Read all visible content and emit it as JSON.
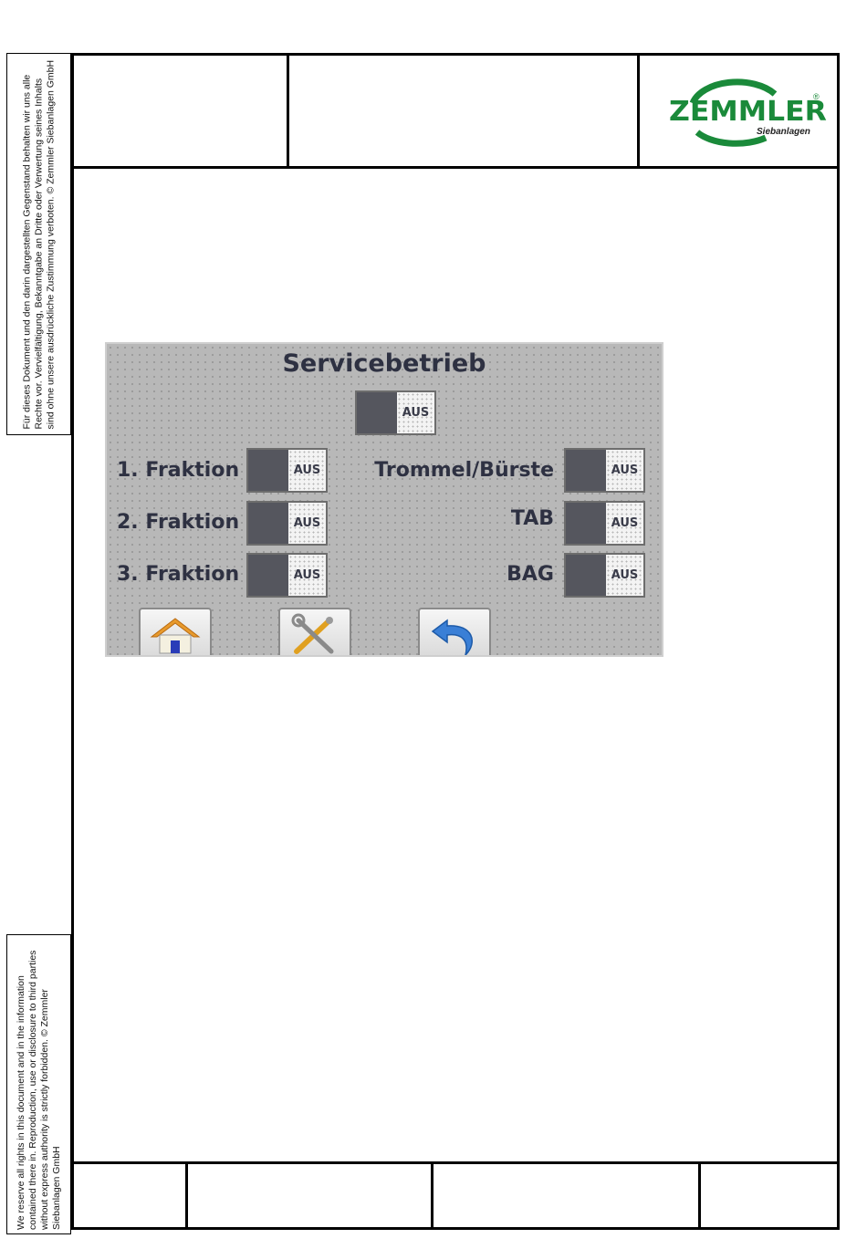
{
  "legal": {
    "german": "Für dieses Dokument und den darin dargestellten Gegenstand behalten wir uns alle Rechte vor. Vervielfältigung, Bekanntgabe an Dritte oder Verwertung seines Inhalts sind ohne unsere ausdrückliche Zustimmung verboten. © Zemmler Siebanlagen GmbH",
    "english": "We reserve all rights in this document and in the information contained there in. Reproduction, use or disclosure to third parties without express authority is strictly forbidden. © Zemmler Siebanlagen GmbH"
  },
  "logo": {
    "name": "ZEMMLER",
    "registered": "®",
    "subtitle": "Siebanlagen",
    "color": "#1a8a3a"
  },
  "hmi": {
    "title": "Servicebetrieb",
    "master_state": "AUS",
    "left_items": [
      {
        "label": "1. Fraktion",
        "state": "AUS"
      },
      {
        "label": "2. Fraktion",
        "state": "AUS"
      },
      {
        "label": "3. Fraktion",
        "state": "AUS"
      }
    ],
    "right_items": [
      {
        "label": "Trommel/Bürste",
        "state": "AUS"
      },
      {
        "label": "TAB",
        "state": "AUS"
      },
      {
        "label": "BAG",
        "state": "AUS"
      }
    ],
    "nav": [
      "home-icon",
      "tools-icon",
      "back-arrow-icon"
    ]
  }
}
